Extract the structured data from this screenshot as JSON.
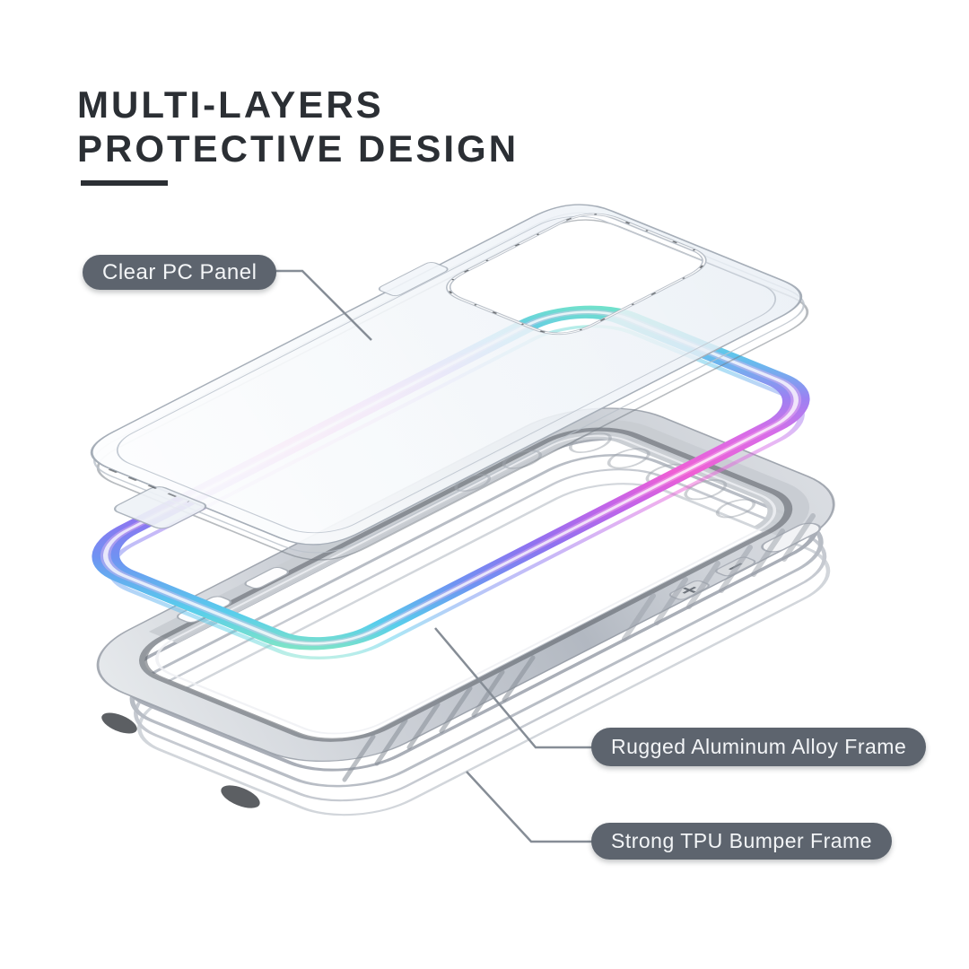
{
  "title": {
    "line1": "MULTI-LAYERS",
    "line2": "PROTECTIVE DESIGN"
  },
  "labels": {
    "clear_panel": "Clear PC Panel",
    "aluminum_frame": "Rugged Aluminum Alloy Frame",
    "tpu_bumper": "Strong TPU Bumper Frame"
  },
  "colors": {
    "background": "#ffffff",
    "title_text": "#2b2f34",
    "label_pill_bg": "#5d646e",
    "label_pill_text": "#f3f5f7",
    "leader_line": "#868d96",
    "bumper_gray": "#c3c8cf",
    "panel_edge_gray": "#a6aeb8",
    "iridescent_palette": [
      "#86e8c0",
      "#58cdec",
      "#6f93f2",
      "#8f72f0",
      "#c364e8",
      "#ef5fd4",
      "#9b82f2",
      "#60c4ec",
      "#74e6c6"
    ]
  }
}
